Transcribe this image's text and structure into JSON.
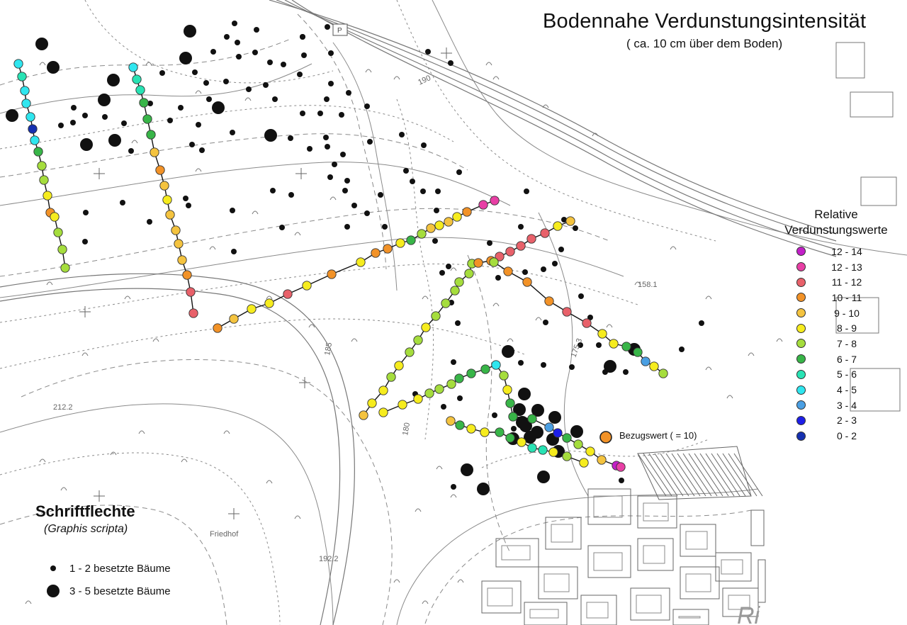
{
  "title": "Bodennahe Verdunstungsintensität",
  "subtitle": "( ca. 10 cm über dem Boden)",
  "legend": {
    "heading_line1": "Relative",
    "heading_line2": "Verdunstungswerte",
    "classes": [
      {
        "label": "12 - 14",
        "color": "#c21fc8"
      },
      {
        "label": "12 - 13",
        "color": "#e83fa5"
      },
      {
        "label": "11 - 12",
        "color": "#e8616a"
      },
      {
        "label": "10 - 11",
        "color": "#f29227"
      },
      {
        "label": "9 - 10",
        "color": "#f4c33f"
      },
      {
        "label": "8 - 9",
        "color": "#f6ec1e"
      },
      {
        "label": "7 - 8",
        "color": "#a5dd3d"
      },
      {
        "label": "6 - 7",
        "color": "#38b548"
      },
      {
        "label": "5 - 6",
        "color": "#28e3b4"
      },
      {
        "label": "4 - 5",
        "color": "#2fe6ef"
      },
      {
        "label": "3 - 4",
        "color": "#4a9fe3"
      },
      {
        "label": "2 - 3",
        "color": "#1d1ee8"
      },
      {
        "label": "0 - 2",
        "color": "#1530b0"
      }
    ]
  },
  "reference_label": "Bezugswert ( = 10)",
  "reference_color": "#f29227",
  "species": {
    "name": "Schriftflechte",
    "latin": "(Graphis scripta)"
  },
  "tree_legend": [
    {
      "size": "small",
      "label": "1 - 2  besetzte Bäume"
    },
    {
      "size": "large",
      "label": "3 - 5  besetzte Bäume"
    }
  ],
  "map_labels": [
    "190",
    "185",
    "180",
    "175.3",
    "158.1",
    "212.2",
    "192.2",
    "Friedhof",
    "P",
    "Ri"
  ]
}
